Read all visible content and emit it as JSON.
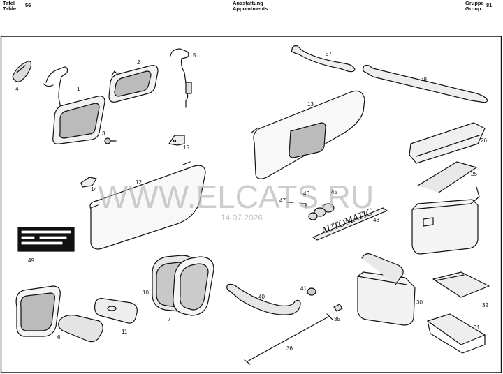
{
  "header": {
    "tafel_label": "Tafel",
    "table_label": "Table",
    "table_number": "56",
    "title_de": "Ausstattung",
    "title_en": "Appointments",
    "gruppe_label": "Gruppe",
    "group_label": "Group",
    "group_number": "81"
  },
  "watermark": {
    "site": "WWW.ELCATS.RU",
    "date": "14.07.2026"
  },
  "callouts": {
    "c1": "1",
    "c2": "2",
    "c3": "3",
    "c4": "4",
    "c5": "5",
    "c6": "6",
    "c7": "7",
    "c10": "10",
    "c11": "11",
    "c12": "12",
    "c13": "13",
    "c14": "14",
    "c15": "15",
    "c25": "25",
    "c26": "26",
    "c30": "30",
    "c31": "31",
    "c32": "32",
    "c35": "35",
    "c36": "36",
    "c37": "37",
    "c38": "38",
    "c40": "40",
    "c41": "41",
    "c45": "45",
    "c46": "46",
    "c47": "47",
    "c48": "48",
    "c49": "49"
  },
  "badge_text": "AUTOMATIC"
}
